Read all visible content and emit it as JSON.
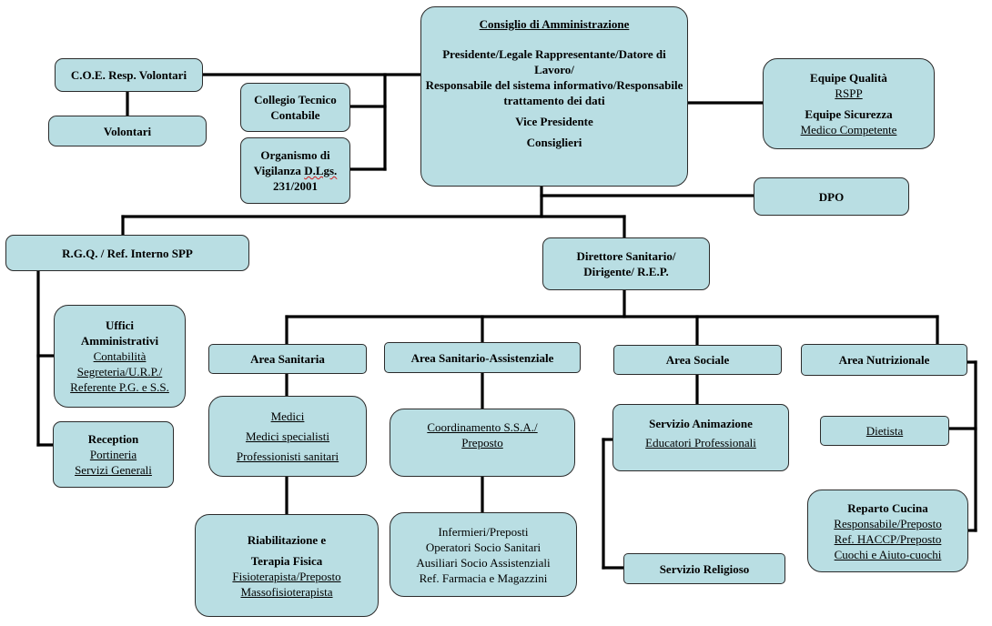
{
  "consiglio": {
    "title": "Consiglio di Amministrazione",
    "line1": "Presidente/Legale Rappresentante/Datore di Lavoro/",
    "line2": "Responsabile del sistema informativo/Responsabile trattamento dei dati",
    "line3": "Vice Presidente",
    "line4": "Consiglieri"
  },
  "coe": {
    "title": "C.O.E. Resp. Volontari"
  },
  "volontari": {
    "title": "Volontari"
  },
  "collegio": {
    "title": "Collegio Tecnico Contabile"
  },
  "organismo": {
    "title_a": "Organismo di Vigilanza ",
    "title_b": "D.Lgs.",
    "title_c": " 231/2001"
  },
  "equipe": {
    "qualita": "Equipe Qualità",
    "rspp": "RSPP",
    "sicurezza": "Equipe Sicurezza",
    "medico": "Medico Competente"
  },
  "dpo": {
    "title": "DPO"
  },
  "rgq": {
    "title": "R.G.Q. / Ref. Interno SPP"
  },
  "direttore": {
    "title": "Direttore Sanitario/ Dirigente/ R.E.P."
  },
  "uffici": {
    "title": "Uffici Amministrativi",
    "items": [
      "Contabilità",
      "Segreteria/U.R.P./",
      "Referente P.G. e S.S."
    ]
  },
  "reception": {
    "title": "Reception",
    "items": [
      "Portineria",
      "Servizi Generali"
    ]
  },
  "areas": {
    "sanitaria": "Area Sanitaria",
    "sanitario_assistenziale": "Area Sanitario-Assistenziale",
    "sociale": "Area Sociale",
    "nutrizionale": "Area Nutrizionale"
  },
  "medici": {
    "items": [
      "Medici",
      "Medici specialisti",
      "Professionisti sanitari"
    ]
  },
  "riabilitazione": {
    "title_a": "Riabilitazione e",
    "title_b": "Terapia Fisica",
    "items": [
      "Fisioterapista/Preposto",
      "Massofisioterapista"
    ]
  },
  "coordinamento": {
    "items": [
      "Coordinamento S.S.A./",
      "Preposto"
    ]
  },
  "infermieri": {
    "items": [
      "Infermieri/Preposti",
      "Operatori Socio Sanitari",
      "Ausiliari Socio Assistenziali",
      "Ref. Farmacia e Magazzini"
    ]
  },
  "animazione": {
    "title": "Servizio Animazione",
    "items": [
      "Educatori Professionali"
    ]
  },
  "religioso": {
    "title": "Servizio Religioso"
  },
  "dietista": {
    "title": "Dietista"
  },
  "cucina": {
    "title": "Reparto Cucina",
    "items": [
      "Responsabile/Preposto",
      "Ref. HACCP/Preposto",
      "Cuochi e Aiuto-cuochi"
    ]
  }
}
